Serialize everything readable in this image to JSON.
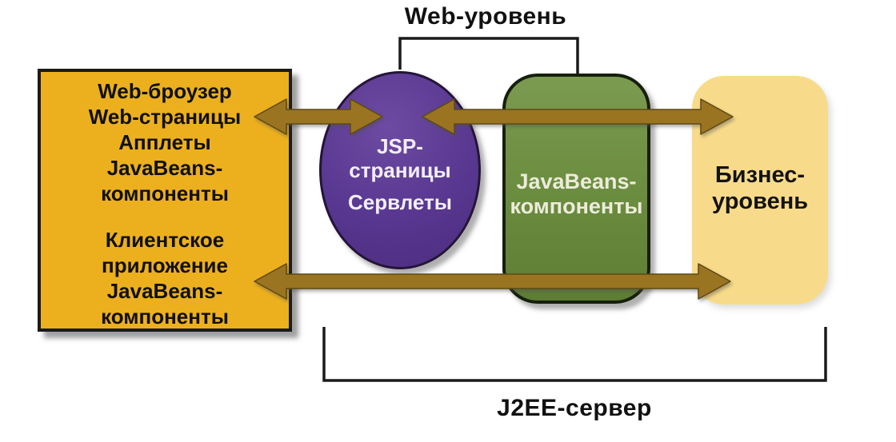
{
  "labels": {
    "web_tier": "Web-уровень",
    "j2ee_server": "J2EE-сервер"
  },
  "client_box": {
    "web_lines": [
      "Web-броузер",
      "Web-страницы",
      "Апплеты",
      "JavaBeans-",
      "компоненты"
    ],
    "app_lines": [
      "Клиентское",
      "приложение",
      "JavaBeans-",
      "компоненты"
    ]
  },
  "web_tier": {
    "jsp_lines": [
      "JSP-",
      "страницы"
    ],
    "servlets_line": "Сервлеты",
    "javabeans_lines": [
      "JavaBeans-",
      "компоненты"
    ]
  },
  "business_tier": {
    "lines": [
      "Бизнес-",
      "уровень"
    ]
  },
  "colors": {
    "client_box_fill": "#ecb01f",
    "jsp_ellipse_fill": "#583790",
    "javabeans_fill": "#6a8c3e",
    "business_fill": "#f8db8a",
    "arrow_fill": "#9a7421",
    "outline": "#1a1a1a"
  }
}
